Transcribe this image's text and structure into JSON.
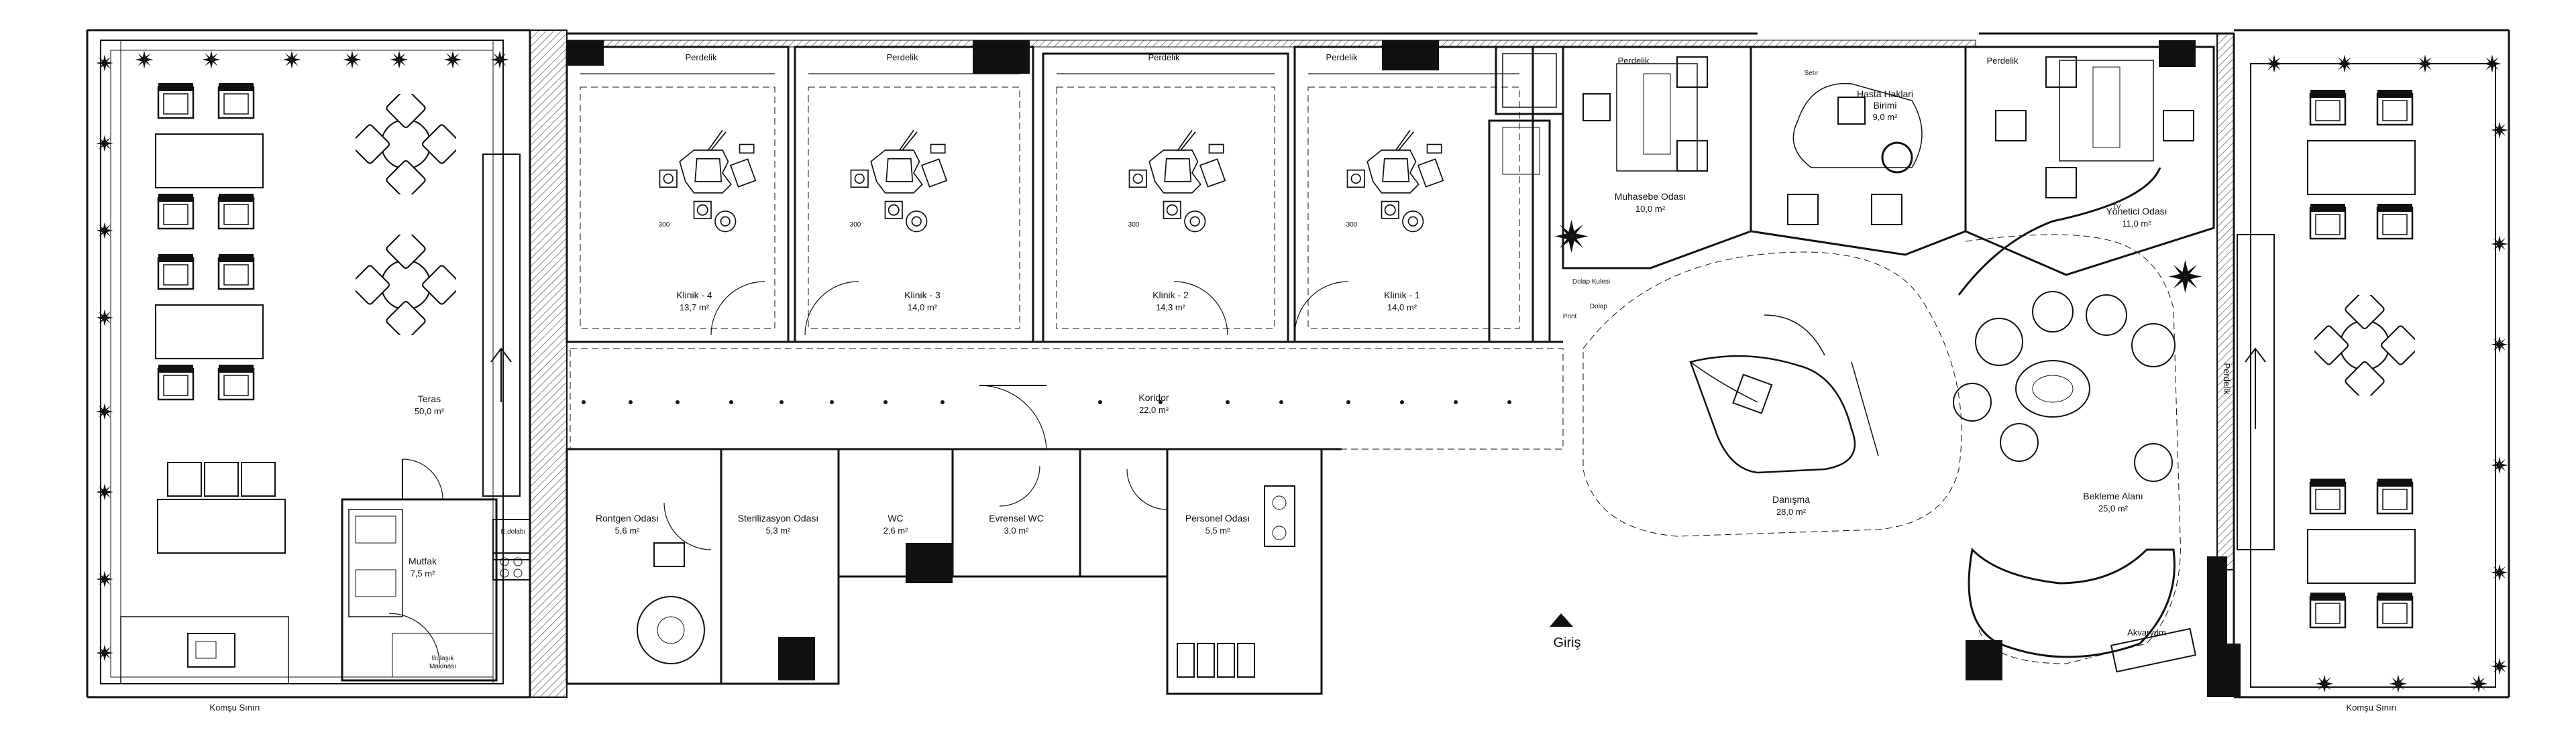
{
  "plan": {
    "rooms": [
      {
        "key": "teras",
        "name": "Teras",
        "area": "50,0 m²"
      },
      {
        "key": "mutfak",
        "name": "Mutfak",
        "area": "7,5 m²"
      },
      {
        "key": "klinik4",
        "name": "Klinik - 4",
        "area": "13,7 m²"
      },
      {
        "key": "klinik3",
        "name": "Klinik - 3",
        "area": "14,0 m²"
      },
      {
        "key": "klinik2",
        "name": "Klinik - 2",
        "area": "14,3 m²"
      },
      {
        "key": "klinik1",
        "name": "Klinik - 1",
        "area": "14,0 m²"
      },
      {
        "key": "muhasebe",
        "name": "Muhasebe Odası",
        "area": "10,0 m²"
      },
      {
        "key": "hasta",
        "name": "Hasta Haklari\nBirimi",
        "area": "9,0 m²"
      },
      {
        "key": "yonetici",
        "name": "Yönetici Odası",
        "area": "11,0 m²"
      },
      {
        "key": "koridor",
        "name": "Koridor",
        "area": "22,0 m²"
      },
      {
        "key": "danisma",
        "name": "Danışma",
        "area": "28,0 m²"
      },
      {
        "key": "bekleme",
        "name": "Bekleme Alanı",
        "area": "25,0 m²"
      },
      {
        "key": "rontgen",
        "name": "Rontgen Odası",
        "area": "5,6 m²"
      },
      {
        "key": "sterilizasyon",
        "name": "Sterilizasyon Odası",
        "area": "5,3 m²"
      },
      {
        "key": "wc",
        "name": "WC",
        "area": "2,6 m²"
      },
      {
        "key": "engelsiz",
        "name": "Evrensel WC",
        "area": "3,0 m²"
      },
      {
        "key": "personel",
        "name": "Personel Odası",
        "area": "5,5 m²"
      }
    ],
    "labels": {
      "perdelik": "Perdelik",
      "komsu_siniri": "Komşu Sınırı",
      "giris": "Giriş",
      "akvaryum": "Akvaryum",
      "bulasik": "Bulaşık\nMakinası",
      "e_dolabi": "E.dolabı",
      "dolap_kulesi": "Dolap Kulesi",
      "print": "Print",
      "dolap": "Dolap",
      "seter": "Setır",
      "tv": "TV",
      "boyut": "300"
    }
  }
}
